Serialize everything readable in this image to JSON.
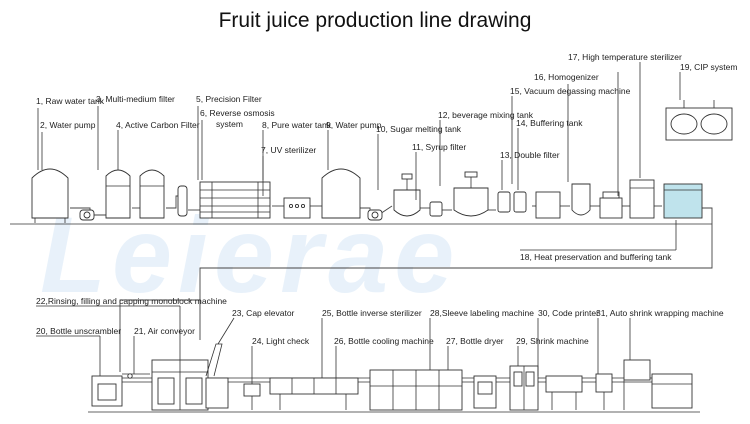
{
  "title": "Fruit juice production line drawing",
  "watermark": "Leierae",
  "labels": {
    "l1": "1, Raw water tank",
    "l2": "2, Water pump",
    "l3": "3, Multi-medium filter",
    "l4": "4, Active Carbon Filter",
    "l5": "5, Precision Filter",
    "l6a": "6, Reverse osmosis",
    "l6b": "system",
    "l7": "7, UV sterilizer",
    "l8": "8, Pure water tank",
    "l9": "9, Water pump",
    "l10": "10, Sugar melting tank",
    "l11": "11, Syrup filter",
    "l12": "12, beverage mixing tank",
    "l13": "13, Double filter",
    "l14": "14, Buffering tank",
    "l15": "15, Vacuum degassing machine",
    "l16": "16, Homogenizer",
    "l17": "17, High temperature sterilizer",
    "l18": "18, Heat preservation and buffering tank",
    "l19": "19, CIP system",
    "l20": "20, Bottle unscrambler",
    "l21": "21, Air conveyor",
    "l22": "22,Rinsing, filling and capping monoblock machine",
    "l23": "23, Cap  elevator",
    "l24": "24, Light check",
    "l25": "25, Bottle inverse sterilizer",
    "l26": "26, Bottle cooling machine",
    "l27": "27, Bottle dryer",
    "l28": "28,Sleeve labeling machine",
    "l29": "29, Shrink machine",
    "l30": "30, Code printer",
    "l31": "31, Auto shrink wrapping machine"
  },
  "colors": {
    "accent_tank": "#bfe3ec",
    "watermark": "#d6e7f7",
    "stroke": "#333333"
  }
}
